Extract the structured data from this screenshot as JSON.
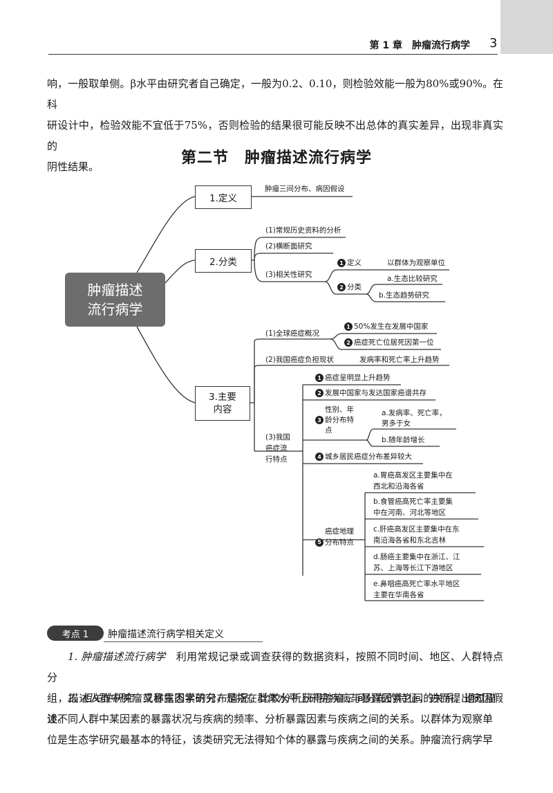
{
  "header": {
    "chapter": "第 1 章　肿瘤流行病学",
    "page_number": "3"
  },
  "intro": {
    "line1": "响，一般取单侧。β水平由研究者自己确定，一般为0.2、0.10，则检验效能一般为80%或90%。在科",
    "line2": "研设计中，检验效能不宜低于75%，否则检验的结果很可能反映不出总体的真实差异，出现非真实的",
    "line3": "阴性结果。"
  },
  "section_title": "第二节　肿瘤描述流行病学",
  "mindmap": {
    "root": "肿瘤描述\n流行病学",
    "definition": {
      "label": "1.定义",
      "text": "肿瘤三间分布、病因假设"
    },
    "classification": {
      "label": "2.分类",
      "items": [
        "(1)常规历史资料的分析",
        "(2)横断面研究",
        "(3)相关性研究"
      ],
      "correlational": {
        "def_num": "1",
        "def_label": "定义",
        "def_text": "以群体为观察单位",
        "cls_num": "2",
        "cls_label": "分类",
        "cls_items": [
          "a.生态比较研究",
          "b.生态趋势研究"
        ]
      }
    },
    "content": {
      "label_line1": "3.主要",
      "label_line2": "内容",
      "global": {
        "label": "(1)全球癌症概况",
        "items": [
          {
            "num": "1",
            "text": "50%发生在发展中国家"
          },
          {
            "num": "2",
            "text": "癌症死亡位居死因第一位"
          }
        ]
      },
      "burden": {
        "label": "(2)我国癌症负担现状",
        "text": "发病率和死亡率上升趋势"
      },
      "epi": {
        "label_lines": [
          "(3)我国",
          "癌症流",
          "行特点"
        ],
        "p1": {
          "num": "1",
          "text": "癌症呈明显上升趋势"
        },
        "p2": {
          "num": "2",
          "text": "发展中国家与发达国家癌谱共存"
        },
        "p3": {
          "num": "3",
          "label_lines": [
            "性别、年",
            "龄分布特",
            "点"
          ],
          "a_lines": [
            "a.发病率、死亡率，",
            "男多于女"
          ],
          "b": "b.随年龄增长"
        },
        "p4": {
          "num": "4",
          "text": "城乡居民癌症分布差异较大"
        },
        "p5": {
          "num": "5",
          "label_lines": [
            "癌症地理",
            "分布特点"
          ],
          "items": [
            [
              "a.胃癌高发区主要集中在",
              "西北和沿海各省"
            ],
            [
              "b.食管癌高死亡率主要集",
              "中在河南、河北等地区"
            ],
            [
              "c.肝癌高发区主要集中在东",
              "南沿海各省和东北吉林"
            ],
            [
              "d.肠癌主要集中在浙江、江",
              "苏、上海等长江下游地区"
            ],
            [
              "e.鼻咽癌高死亡率水平地区",
              "主要在华南各省"
            ]
          ]
        }
      }
    }
  },
  "kaodian": {
    "badge": "考点 1",
    "title": "肿瘤描述流行病学相关定义"
  },
  "body": {
    "p1_term": "1. 肿瘤描述流行病学",
    "p1_line1": "　利用常规记录或调查获得的数据资料，按照不同时间、地区、人群特点分",
    "p1_line2": "组，描述人群中肿瘤或暴露因素的分布情况，比较分析获得肿瘤三间分布的特征，进而提出病因假设。",
    "p2_term": "2. 相关性研究",
    "p2_line1": "　又称生态学研究，是指在群体水平上研究疾病与暴露因素之间的关系，通过描",
    "p2_line2": "述不同人群中某因素的暴露状况与疾病的频率、分析暴露因素与疾病之间的关系。以群体为观察单",
    "p2_line3": "位是生态学研究最基本的特征，该类研究无法得知个体的暴露与疾病之间的关系。肿瘤流行病学早"
  }
}
